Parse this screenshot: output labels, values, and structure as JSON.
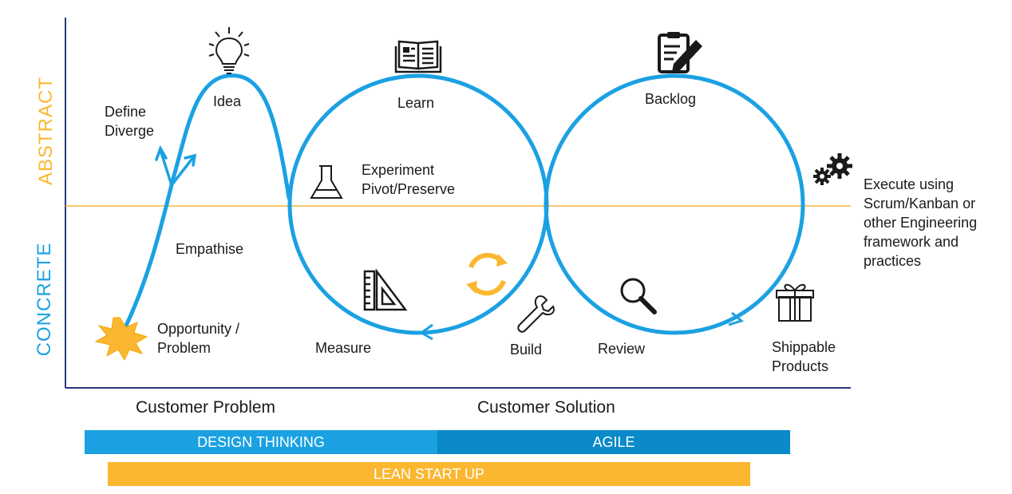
{
  "axes": {
    "abstract": "ABSTRACT",
    "concrete": "CONCRETE"
  },
  "stages": {
    "define_diverge": "Define\nDiverge",
    "idea": "Idea",
    "empathise": "Empathise",
    "opportunity_problem": "Opportunity /\nProblem",
    "learn": "Learn",
    "experiment_pivot": "Experiment\nPivot/Preserve",
    "measure": "Measure",
    "build": "Build",
    "backlog": "Backlog",
    "review": "Review",
    "shippable_products": "Shippable\nProducts",
    "execute": "Execute using\nScrum/Kanban or\nother Engineering\nframework  and\npractices"
  },
  "sections": {
    "customer_problem": "Customer Problem",
    "customer_solution": "Customer Solution"
  },
  "bars": {
    "design_thinking": "DESIGN THINKING",
    "agile": "AGILE",
    "lean_start_up": "LEAN START UP"
  },
  "colors": {
    "blue": "#1ba1e2",
    "dark_blue": "#0a8ac8",
    "orange": "#fbb730",
    "axis": "#2a3a7a",
    "divider": "#f5b73a"
  },
  "icons": [
    "lightbulb-icon",
    "book-icon",
    "clipboard-pencil-icon",
    "gears-icon",
    "flask-icon",
    "ruler-triangle-icon",
    "refresh-arrows-icon",
    "wrench-icon",
    "magnifier-icon",
    "gift-icon",
    "starburst-icon"
  ]
}
